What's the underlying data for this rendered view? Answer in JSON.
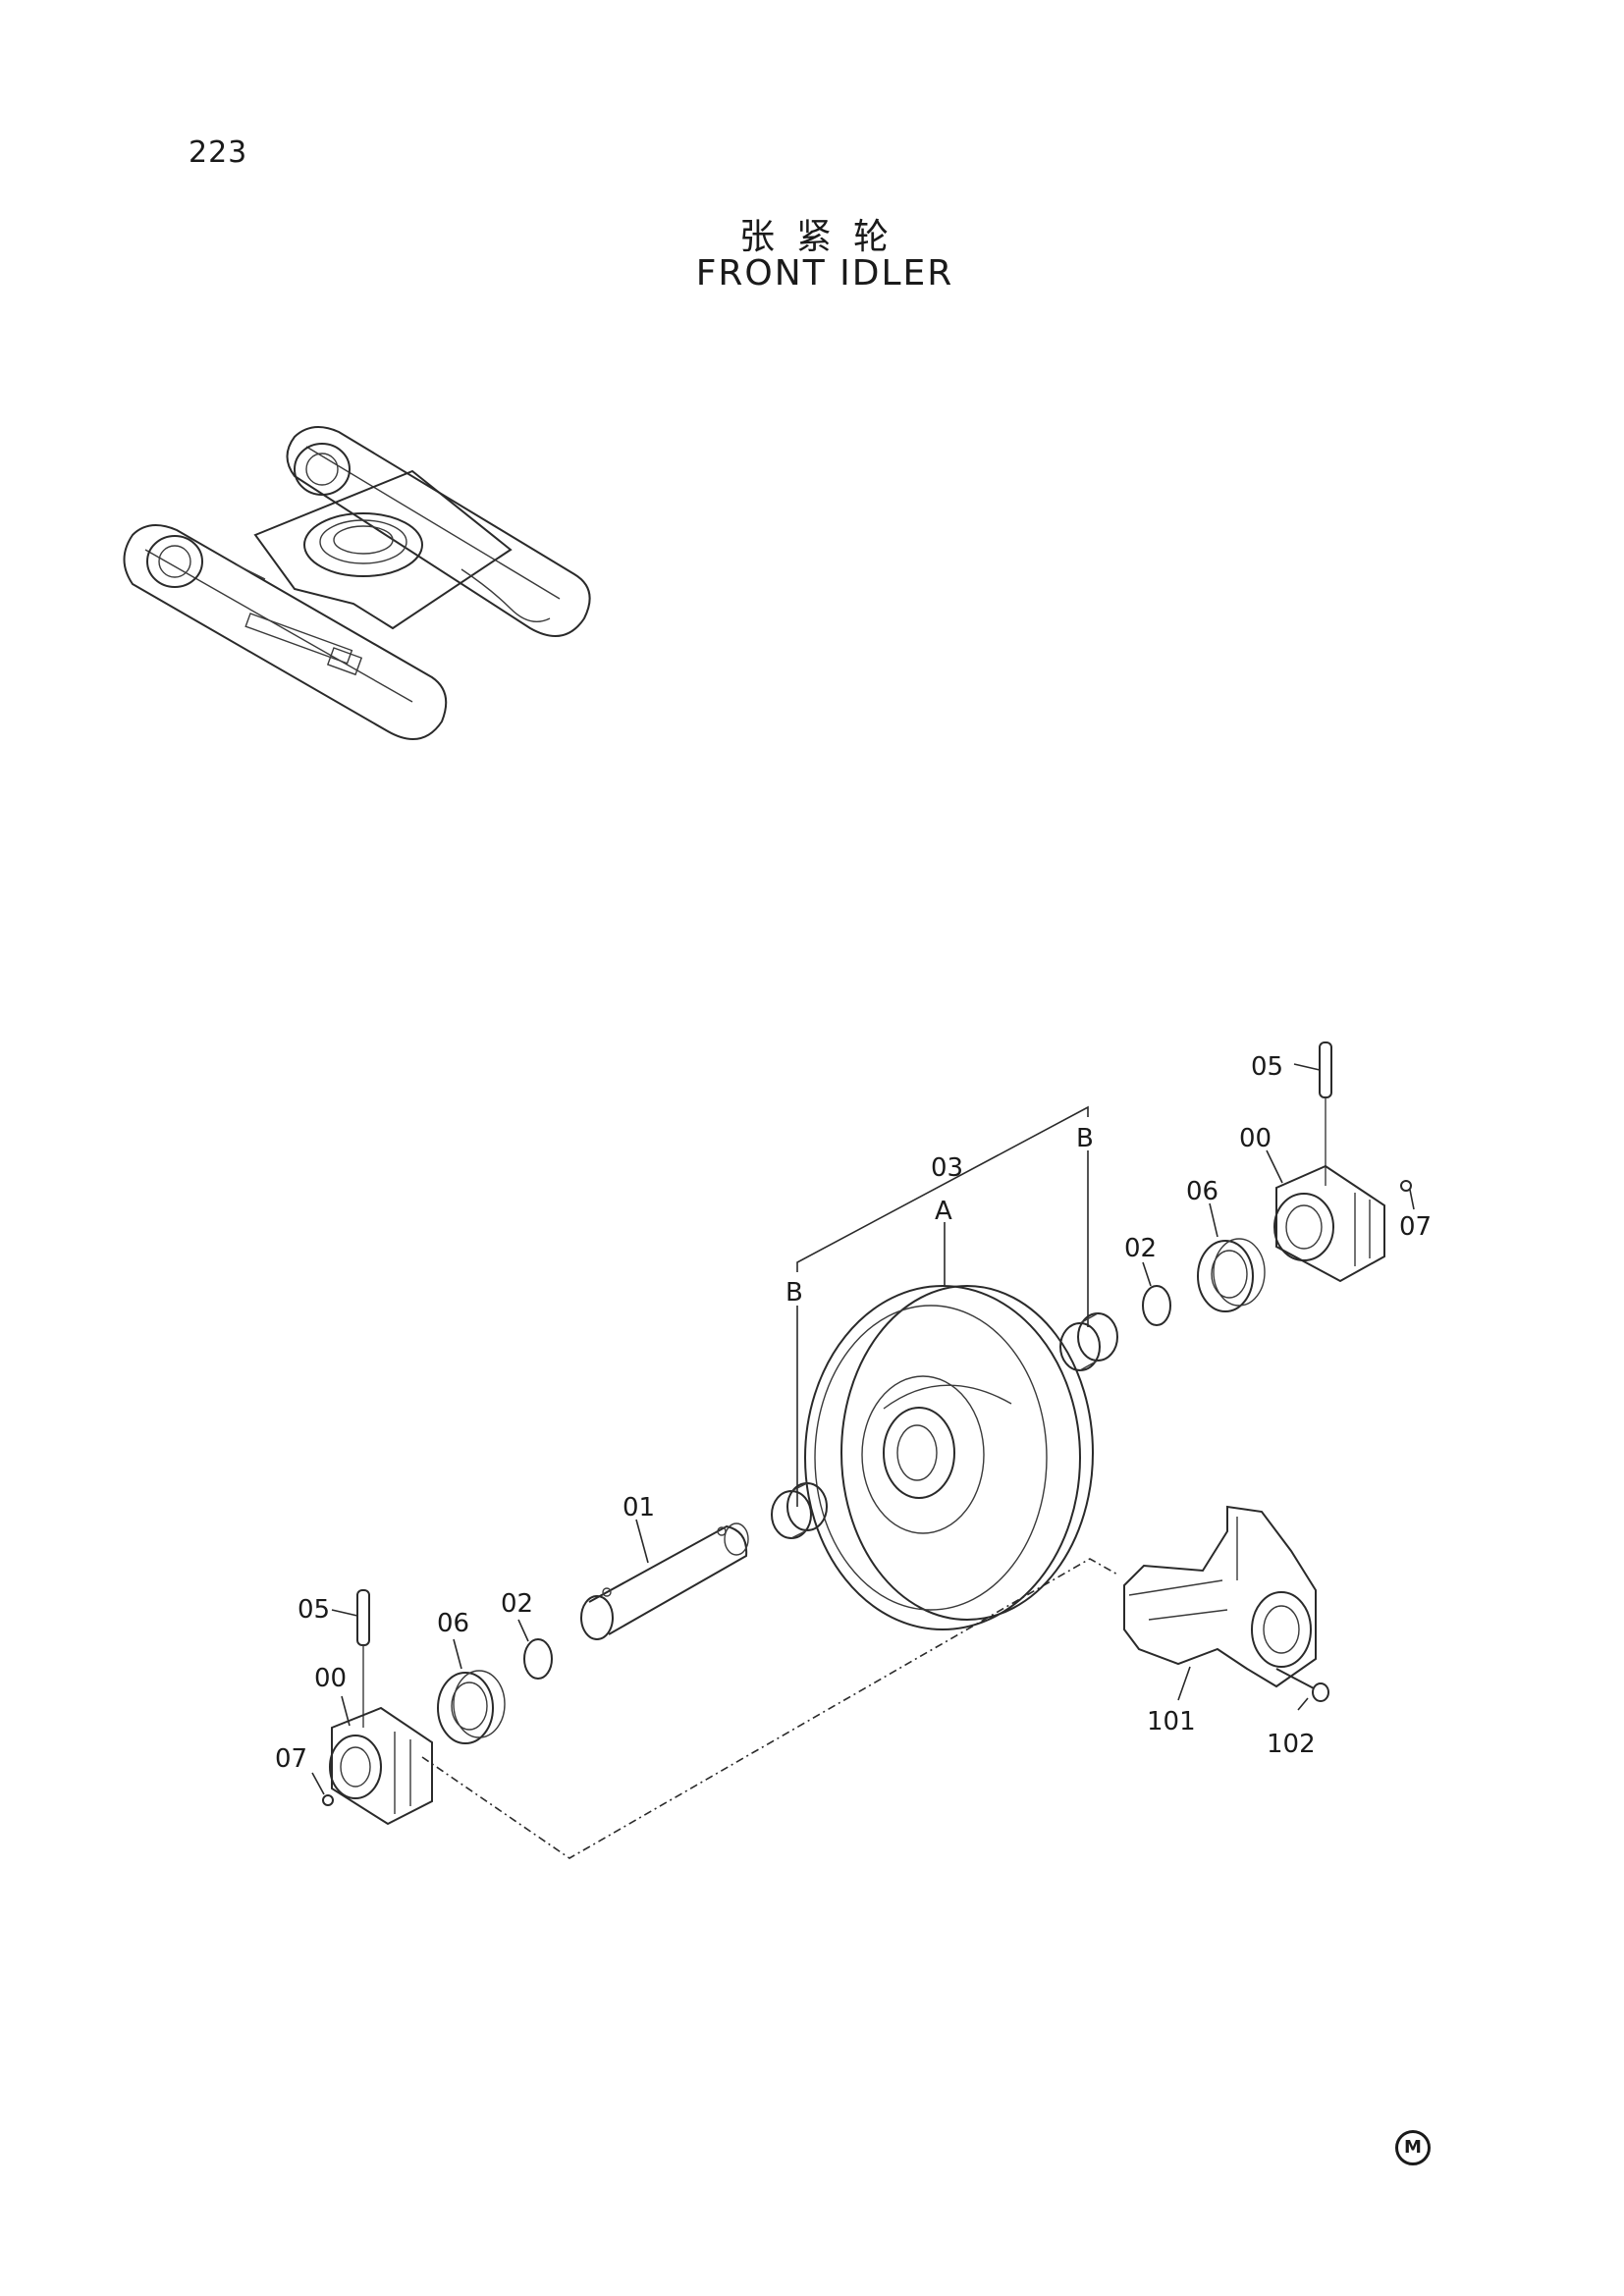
{
  "page": {
    "number": "223",
    "title_cn": "张紧轮",
    "title_en": "FRONT IDLER",
    "mark": "M"
  },
  "callouts": {
    "c05_right": "05",
    "c00_right": "00",
    "c07_right": "07",
    "c06_right": "06",
    "c02_right": "02",
    "cB_right": "B",
    "c03": "03",
    "cA": "A",
    "cB_left": "B",
    "c01": "01",
    "c05_left": "05",
    "c06_left": "06",
    "c02_left": "02",
    "c00_left": "00",
    "c07_left": "07",
    "c101": "101",
    "c102": "102"
  }
}
